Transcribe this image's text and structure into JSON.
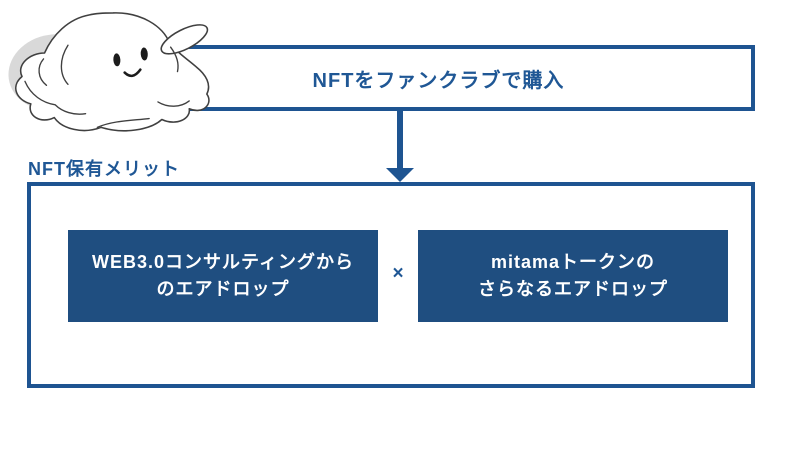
{
  "colors": {
    "accent_blue_border": "#1e5491",
    "text_blue": "#1f5795",
    "benefit_box_fill": "#1f4e80",
    "benefit_text": "#ffffff",
    "mascot_shadow_gray": "#d9d9d9",
    "mascot_outline": "#404040"
  },
  "flow": {
    "purchase_label": "NFTをファンクラブで購入",
    "benefits_section_title": "NFT保有メリット",
    "multiply_symbol": "×",
    "benefit_items": [
      {
        "label": "WEB3.0コンサルティングから\nのエアドロップ"
      },
      {
        "label": "mitamaトークンの\nさらなるエアドロップ"
      }
    ]
  },
  "mascot": {
    "icon_name": "white-blob-mascot-icon"
  }
}
